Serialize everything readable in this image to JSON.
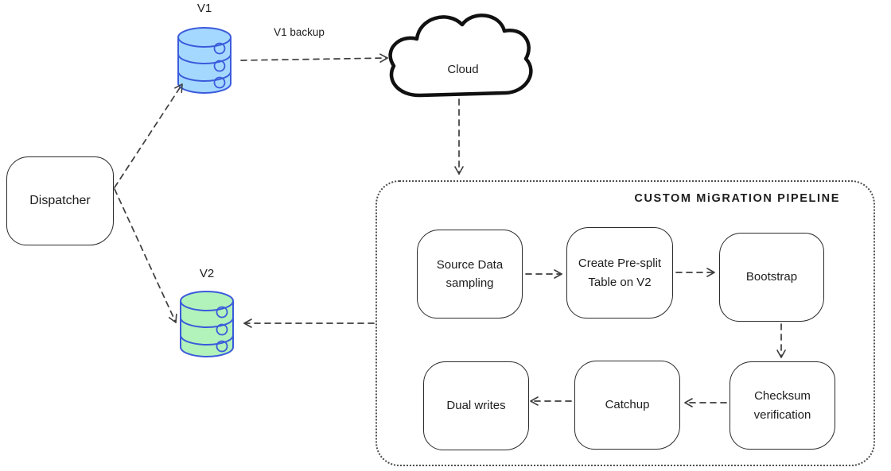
{
  "nodes": {
    "dispatcher": "Dispatcher",
    "v1": "V1",
    "v2": "V2",
    "cloud": "Cloud"
  },
  "edge_labels": {
    "v1_backup": "V1 backup"
  },
  "pipeline": {
    "title": "CUSTOM MiGRATION PIPELINE",
    "steps": [
      {
        "id": "source-data-sampling",
        "label": "Source Data sampling"
      },
      {
        "id": "create-pre-split-table",
        "label": "Create Pre-split Table on V2"
      },
      {
        "id": "bootstrap",
        "label": "Bootstrap"
      },
      {
        "id": "checksum-verification",
        "label": "Checksum verification"
      },
      {
        "id": "catchup",
        "label": "Catchup"
      },
      {
        "id": "dual-writes",
        "label": "Dual writes"
      }
    ]
  },
  "colors": {
    "v1_db_fill": "#a5d8ff",
    "v2_db_fill": "#b2f2bb",
    "db_stroke": "#3b5bdb",
    "shape_stroke": "#141414",
    "arrow": "#3d3d3d",
    "background": "#ffffff"
  }
}
